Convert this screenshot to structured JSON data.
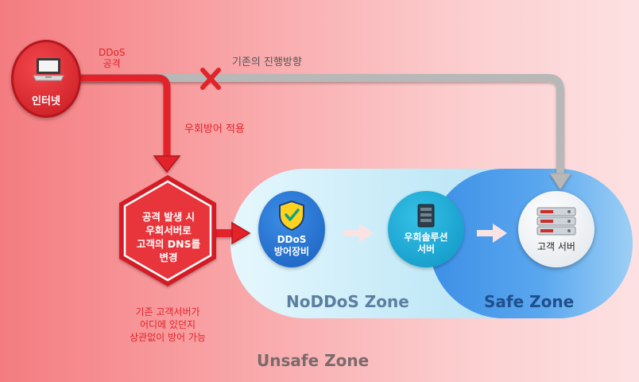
{
  "internet": {
    "label": "인터넷"
  },
  "attack": {
    "line1": "DDoS",
    "line2": "공격"
  },
  "existing_path_label": "기존의 진행방향",
  "detour_label": "우회방어 적용",
  "hexagon": {
    "line1": "공격 발생 시",
    "line2": "우회서버로",
    "line3": "고객의 DNS를",
    "line4": "변경"
  },
  "note": {
    "line1": "기존 고객서버가",
    "line2": "어디에 있던지",
    "line3": "상관없이 방어 가능"
  },
  "nodes": {
    "ddos": {
      "line1": "DDoS",
      "line2": "방어장비"
    },
    "detour": {
      "line1": "우회솔루션",
      "line2": "서버"
    },
    "customer": {
      "label": "고객 서버"
    }
  },
  "zones": {
    "noddos": "NoDDoS Zone",
    "safe": "Safe Zone",
    "unsafe": "Unsafe Zone"
  },
  "colors": {
    "red": "#e3232a",
    "blue": "#1a5fbf",
    "cyan": "#0f94c4",
    "safe_blue": "#3d8fe6",
    "gray_arrow": "#b8b8b8"
  }
}
